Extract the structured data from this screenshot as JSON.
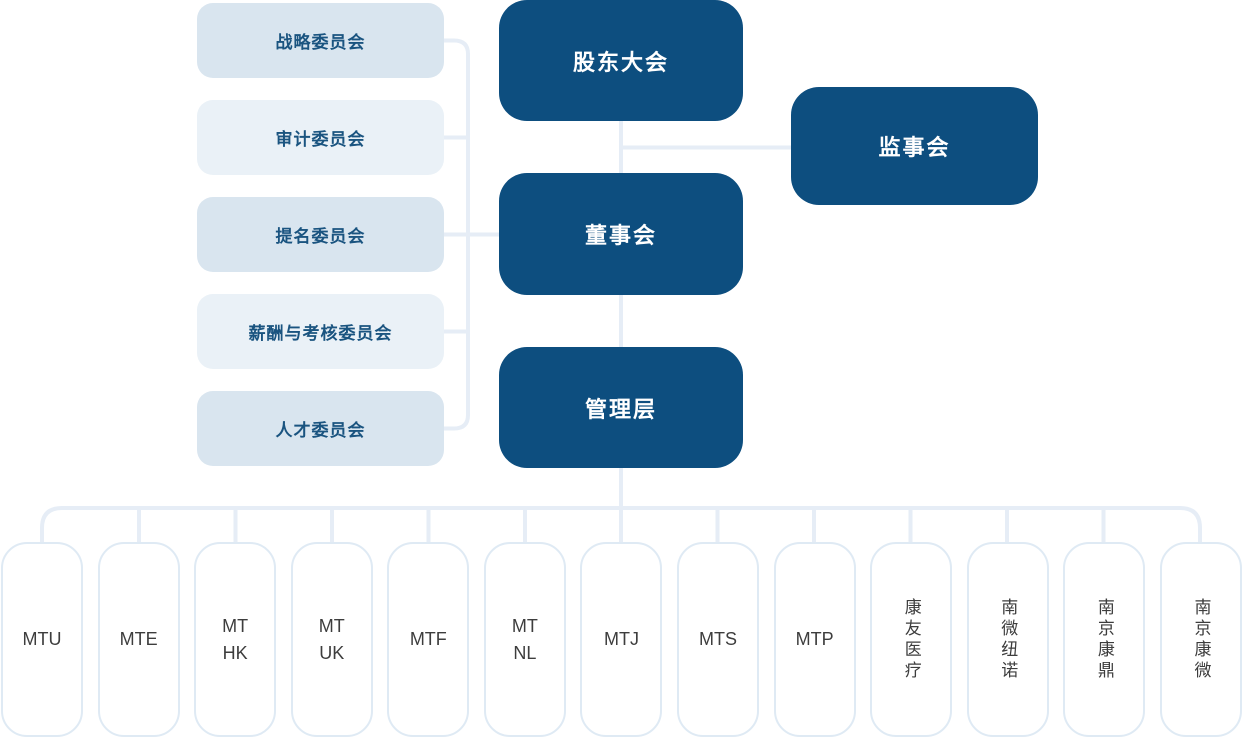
{
  "colors": {
    "primary_node_fill": "#0d4e7f",
    "primary_node_text": "#ffffff",
    "committee_fill_strong": "#d9e5ef",
    "committee_fill_soft": "#eaf1f7",
    "committee_text": "#1a5480",
    "connector_line": "#e6edf6",
    "subsidiary_border": "#dfeaf4",
    "subsidiary_text": "#3d3d3d",
    "background": "#ffffff"
  },
  "org_chart": {
    "type": "organizational-diagram",
    "governance": {
      "shareholders": {
        "label": "股东大会"
      },
      "supervisory": {
        "label": "监事会"
      },
      "board": {
        "label": "董事会"
      },
      "management": {
        "label": "管理层"
      }
    },
    "committees": [
      {
        "label": "战略委员会"
      },
      {
        "label": "审计委员会"
      },
      {
        "label": "提名委员会"
      },
      {
        "label": "薪酬与考核委员会"
      },
      {
        "label": "人才委员会"
      }
    ],
    "subsidiaries": [
      {
        "label": "MTU"
      },
      {
        "label": "MTE"
      },
      {
        "label": "MT\nHK"
      },
      {
        "label": "MT\nUK"
      },
      {
        "label": "MTF"
      },
      {
        "label": "MT\nNL"
      },
      {
        "label": "MTJ"
      },
      {
        "label": "MTS"
      },
      {
        "label": "MTP"
      },
      {
        "label": "康友医疗"
      },
      {
        "label": "南微纽诺"
      },
      {
        "label": "南京康鼎"
      },
      {
        "label": "南京康微"
      }
    ],
    "relations": [
      "股东大会 → 董事会",
      "股东大会 → 监事会",
      "董事会 → 管理层",
      "董事会 → 委员会(5)",
      "管理层 → 子公司(13)"
    ]
  }
}
